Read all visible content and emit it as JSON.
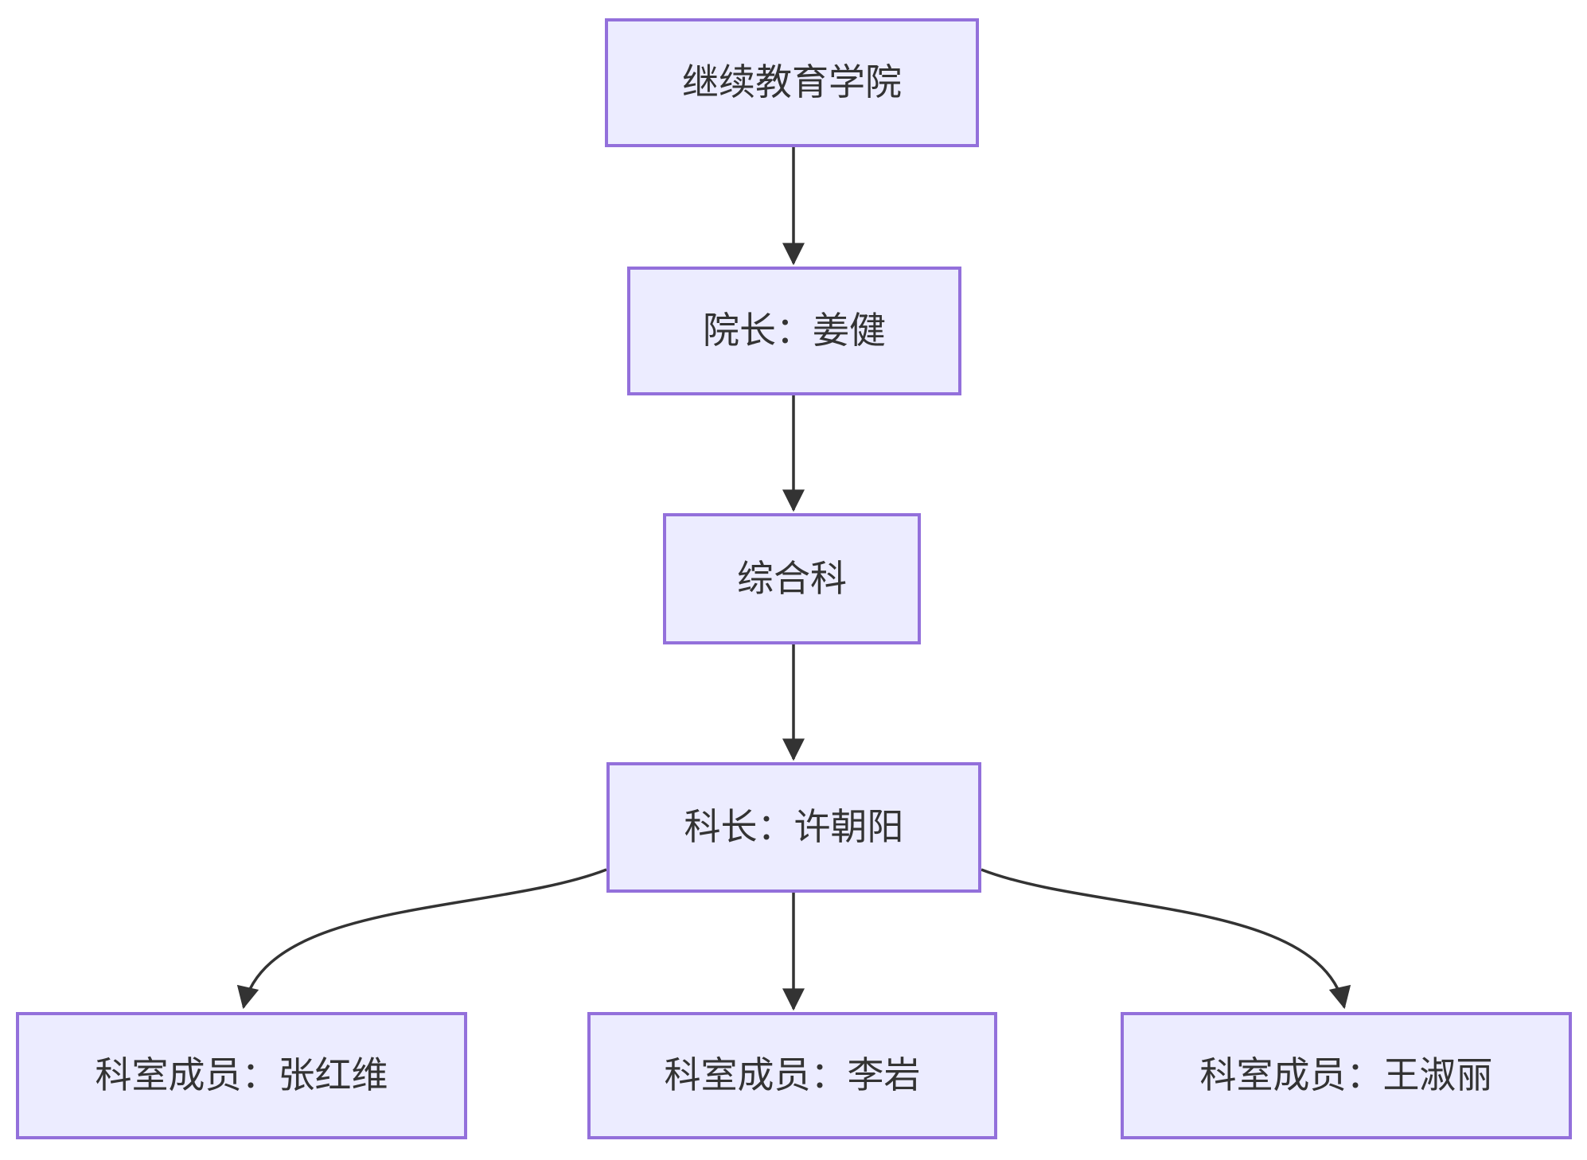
{
  "diagram": {
    "type": "flowchart",
    "direction": "top-down",
    "nodes": [
      {
        "id": "college",
        "label": "继续教育学院"
      },
      {
        "id": "dean",
        "label": "院长：姜健"
      },
      {
        "id": "office",
        "label": "综合科"
      },
      {
        "id": "chief",
        "label": "科长：许朝阳"
      },
      {
        "id": "member1",
        "label": "科室成员：张红维"
      },
      {
        "id": "member2",
        "label": "科室成员：李岩"
      },
      {
        "id": "member3",
        "label": "科室成员：王淑丽"
      }
    ],
    "edges": [
      {
        "from": "college",
        "to": "dean",
        "arrow": "true"
      },
      {
        "from": "dean",
        "to": "office",
        "arrow": "true"
      },
      {
        "from": "office",
        "to": "chief",
        "arrow": "true"
      },
      {
        "from": "chief",
        "to": "member1",
        "arrow": "true"
      },
      {
        "from": "chief",
        "to": "member2",
        "arrow": "true"
      },
      {
        "from": "chief",
        "to": "member3",
        "arrow": "true"
      }
    ],
    "colors": {
      "node_fill": "#ECECFF",
      "node_border": "#9370DB",
      "edge": "#333333",
      "text": "#333333",
      "background": "#FFFFFF"
    }
  }
}
